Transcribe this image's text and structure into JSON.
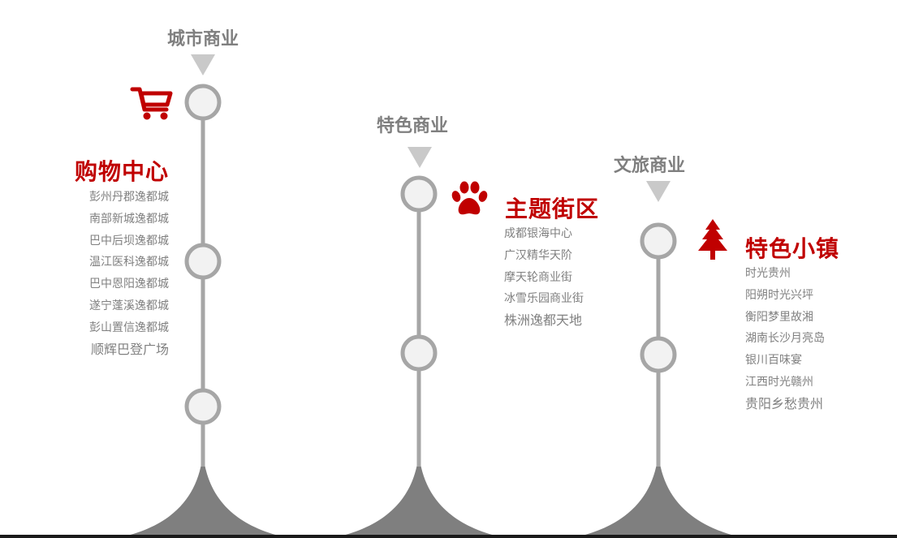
{
  "colors": {
    "accent": "#c00000",
    "title_gray": "#7f7f7f",
    "text_gray": "#808080",
    "line_gray": "#a6a6a6",
    "node_fill": "#f2f2f2",
    "base_gray": "#7f7f7f"
  },
  "columns": [
    {
      "id": "city",
      "category": "城市商业",
      "icon": "shopping-cart-icon",
      "heading": "购物中心",
      "items": [
        "彭州丹郡逸都城",
        "南部新城逸都城",
        "巴中后坝逸都城",
        "温江医科逸都城",
        "巴中恩阳逸都城",
        "遂宁蓬溪逸都城",
        "彭山置信逸都城",
        "顺辉巴登广场"
      ]
    },
    {
      "id": "feature",
      "category": "特色商业",
      "icon": "paw-icon",
      "heading": "主题街区",
      "items": [
        "成都银海中心",
        "广汉精华天阶",
        "摩天轮商业街",
        "冰雪乐园商业街",
        "株洲逸都天地"
      ]
    },
    {
      "id": "tourism",
      "category": "文旅商业",
      "icon": "pine-tree-icon",
      "heading": "特色小镇",
      "items": [
        "时光贵州",
        "阳朔时光兴坪",
        "衡阳梦里故湘",
        "湖南长沙月亮岛",
        "银川百味宴",
        "江西时光赣州",
        "贵阳乡愁贵州"
      ]
    }
  ]
}
